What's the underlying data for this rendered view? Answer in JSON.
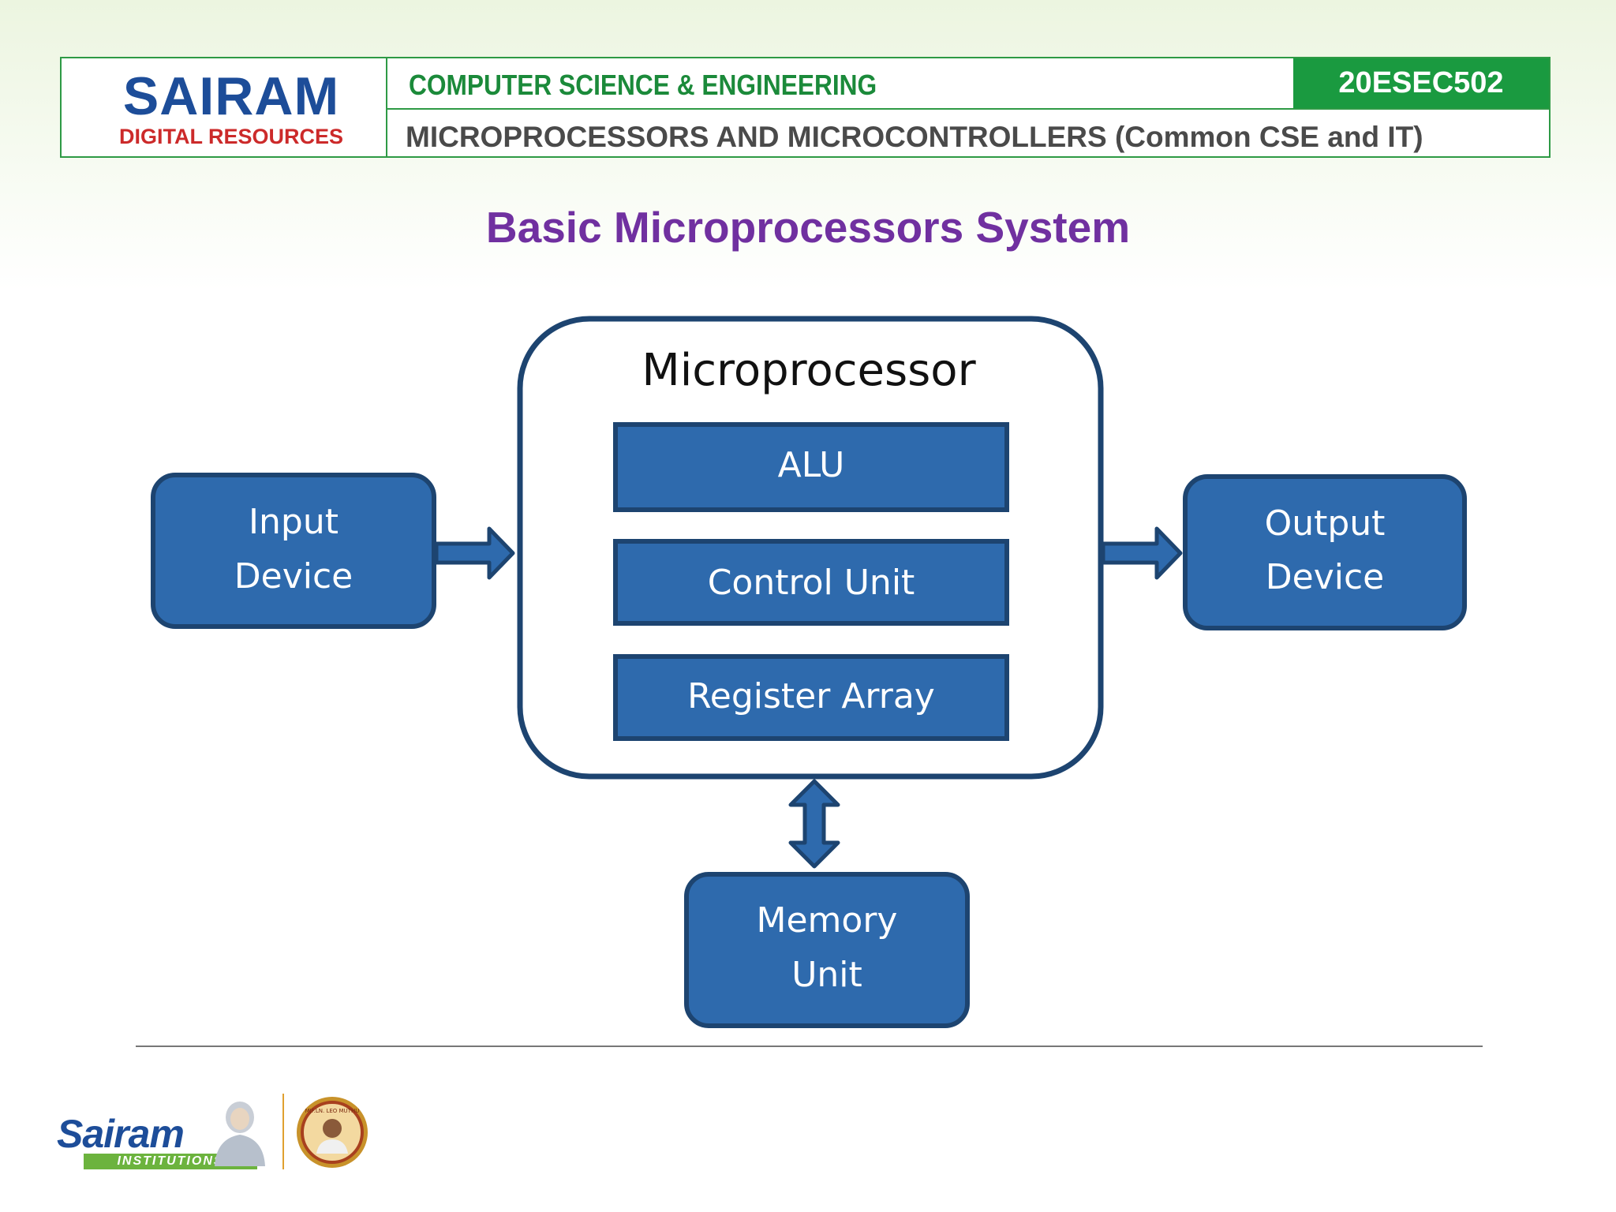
{
  "header": {
    "logo_main": "SAIRAM",
    "logo_sub": "DIGITAL RESOURCES",
    "department": "COMPUTER SCIENCE & ENGINEERING",
    "course_code": "20ESEC502",
    "subject": "MICROPROCESSORS AND MICROCONTROLLERS (Common CSE and IT)"
  },
  "title": "Basic Microprocessors System",
  "diagram": {
    "microprocessor_label": "Microprocessor",
    "alu": "ALU",
    "control_unit": "Control Unit",
    "register_array": "Register Array",
    "input_device": [
      "Input",
      "Device"
    ],
    "output_device": [
      "Output",
      "Device"
    ],
    "memory_unit": [
      "Memory",
      "Unit"
    ]
  },
  "footer": {
    "brand": "Sairam",
    "brand_tag": "INSTITUTIONS",
    "seal_text": "MJF.LN. LEO MUTHU"
  },
  "colors": {
    "block_fill": "#2e6aad",
    "block_border": "#1d4470",
    "accent_green": "#1a9a40",
    "title_purple": "#7030a0"
  }
}
